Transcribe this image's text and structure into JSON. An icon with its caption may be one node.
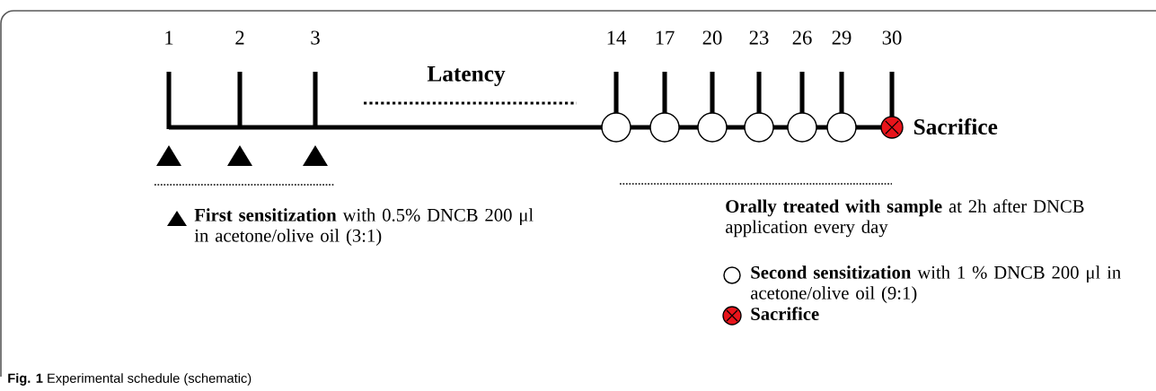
{
  "diagram": {
    "caption": "**Fig. 1** Experimental schedule (schematic)",
    "labels": [
      "1",
      "2",
      "3",
      "14",
      "17",
      "20",
      "23",
      "26",
      "29",
      "30",
      "Latency",
      "Sacrifice",
      "**Orally treated with sample** at 2h after DNCB application every day"
    ],
    "legend": [
      {
        "text": "**First sensitization** with 0.5% DNCB 200 μl in acetone/olive oil (3:1)"
      },
      {
        "text": "**Second sensitization** with 1 % DNCB 200 μl in acetone/olive oil (9:1)"
      },
      {
        "text": "Sacrifice"
      }
    ]
  }
}
